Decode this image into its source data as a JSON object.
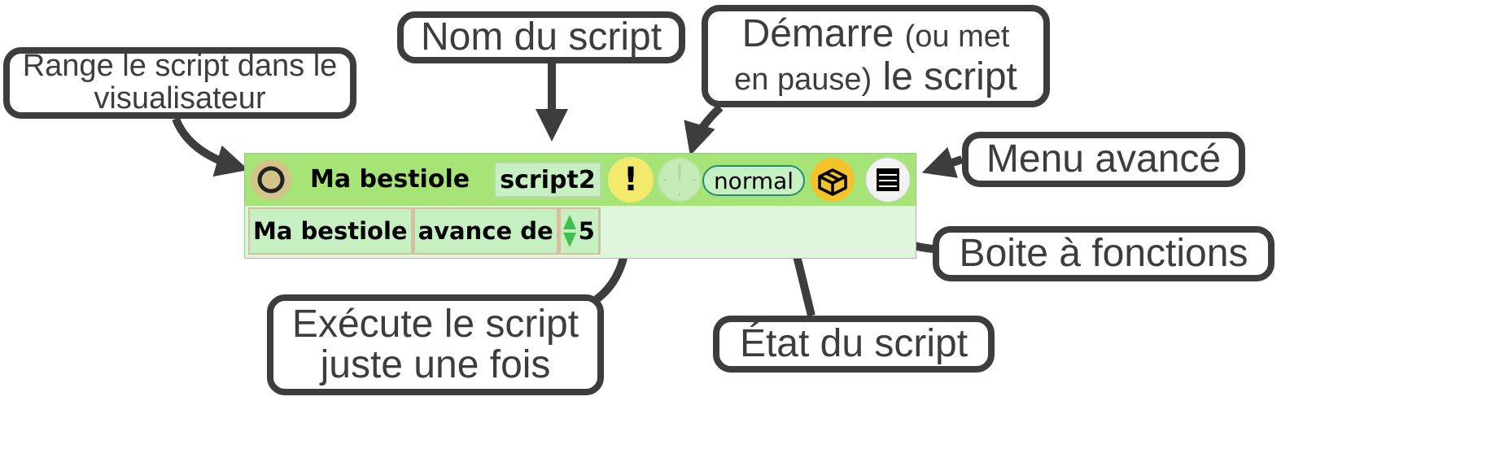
{
  "callouts": {
    "range": "Range le script dans le visualisateur",
    "nom": "Nom du script",
    "demarre_main": "Démarre",
    "demarre_small_1": "(ou met",
    "demarre_small_2": "en pause)",
    "demarre_end": "le script",
    "menu": "Menu avancé",
    "boite": "Boite à fonctions",
    "etat": "État du script",
    "execute": "Exécute le script juste une fois"
  },
  "script_editor": {
    "owner": "Ma bestiole",
    "script_name": "script2",
    "run_once_symbol": "!",
    "status": "normal",
    "statement": {
      "object": "Ma bestiole",
      "verb": "avance de",
      "value": "5"
    }
  },
  "icons": {
    "collapse": "circle-icon",
    "run_once": "exclamation-icon",
    "start_pause": "clock-icon",
    "functions": "cube-icon",
    "menu": "menu-icon"
  },
  "colors": {
    "header": "#a6e478",
    "body": "#dff6dc",
    "tile": "#c7f0c2",
    "callout_border": "#3d3d3d",
    "run_once_button": "#f3e96c",
    "functions_button": "#f4c22a"
  }
}
